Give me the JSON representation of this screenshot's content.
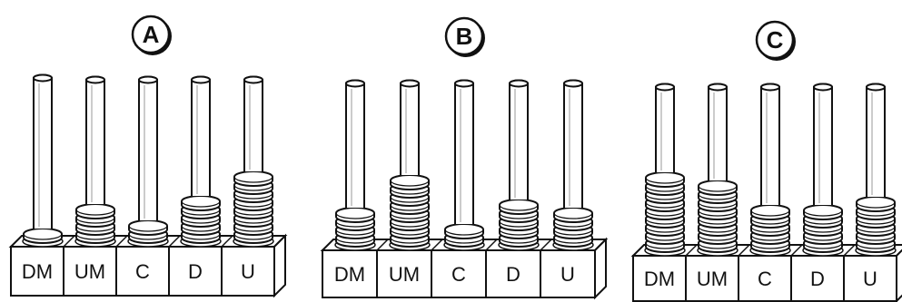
{
  "abacuses": [
    {
      "label": "A",
      "columns": [
        {
          "place": "DM",
          "beads": 1
        },
        {
          "place": "UM",
          "beads": 4
        },
        {
          "place": "C",
          "beads": 2
        },
        {
          "place": "D",
          "beads": 5
        },
        {
          "place": "U",
          "beads": 8
        }
      ]
    },
    {
      "label": "B",
      "columns": [
        {
          "place": "DM",
          "beads": 4
        },
        {
          "place": "UM",
          "beads": 8
        },
        {
          "place": "C",
          "beads": 2
        },
        {
          "place": "D",
          "beads": 5
        },
        {
          "place": "U",
          "beads": 4
        }
      ]
    },
    {
      "label": "C",
      "columns": [
        {
          "place": "DM",
          "beads": 9
        },
        {
          "place": "UM",
          "beads": 8
        },
        {
          "place": "C",
          "beads": 5
        },
        {
          "place": "D",
          "beads": 5
        },
        {
          "place": "U",
          "beads": 6
        }
      ]
    }
  ]
}
